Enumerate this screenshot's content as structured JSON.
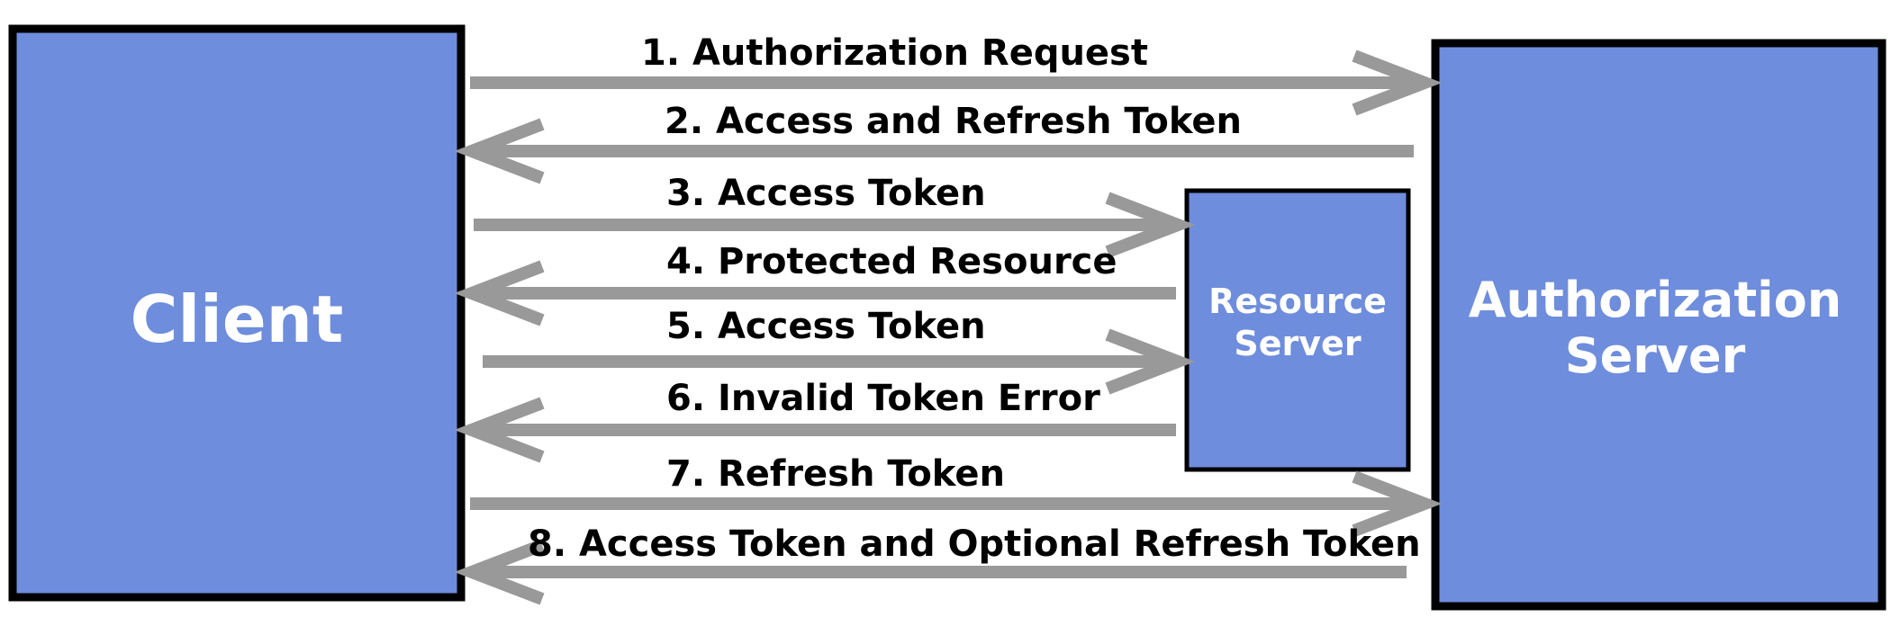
{
  "colors": {
    "box_fill": "#6e8ddc",
    "box_border": "#000000",
    "arrow": "#999999",
    "box_text": "#ffffff",
    "label_text": "#000000"
  },
  "participants": {
    "client": {
      "label": "Client"
    },
    "resource_server": {
      "line1": "Resource",
      "line2": "Server"
    },
    "authorization_server": {
      "line1": "Authorization",
      "line2": "Server"
    }
  },
  "messages": [
    {
      "label": "1. Authorization Request",
      "from": "client",
      "to": "authorization_server"
    },
    {
      "label": "2. Access and Refresh Token",
      "from": "authorization_server",
      "to": "client"
    },
    {
      "label": "3. Access Token",
      "from": "client",
      "to": "resource_server"
    },
    {
      "label": "4. Protected Resource",
      "from": "resource_server",
      "to": "client"
    },
    {
      "label": "5. Access Token",
      "from": "client",
      "to": "resource_server"
    },
    {
      "label": "6. Invalid Token Error",
      "from": "resource_server",
      "to": "client"
    },
    {
      "label": "7. Refresh Token",
      "from": "client",
      "to": "authorization_server"
    },
    {
      "label": "8. Access Token and Optional Refresh Token",
      "from": "authorization_server",
      "to": "client"
    }
  ]
}
